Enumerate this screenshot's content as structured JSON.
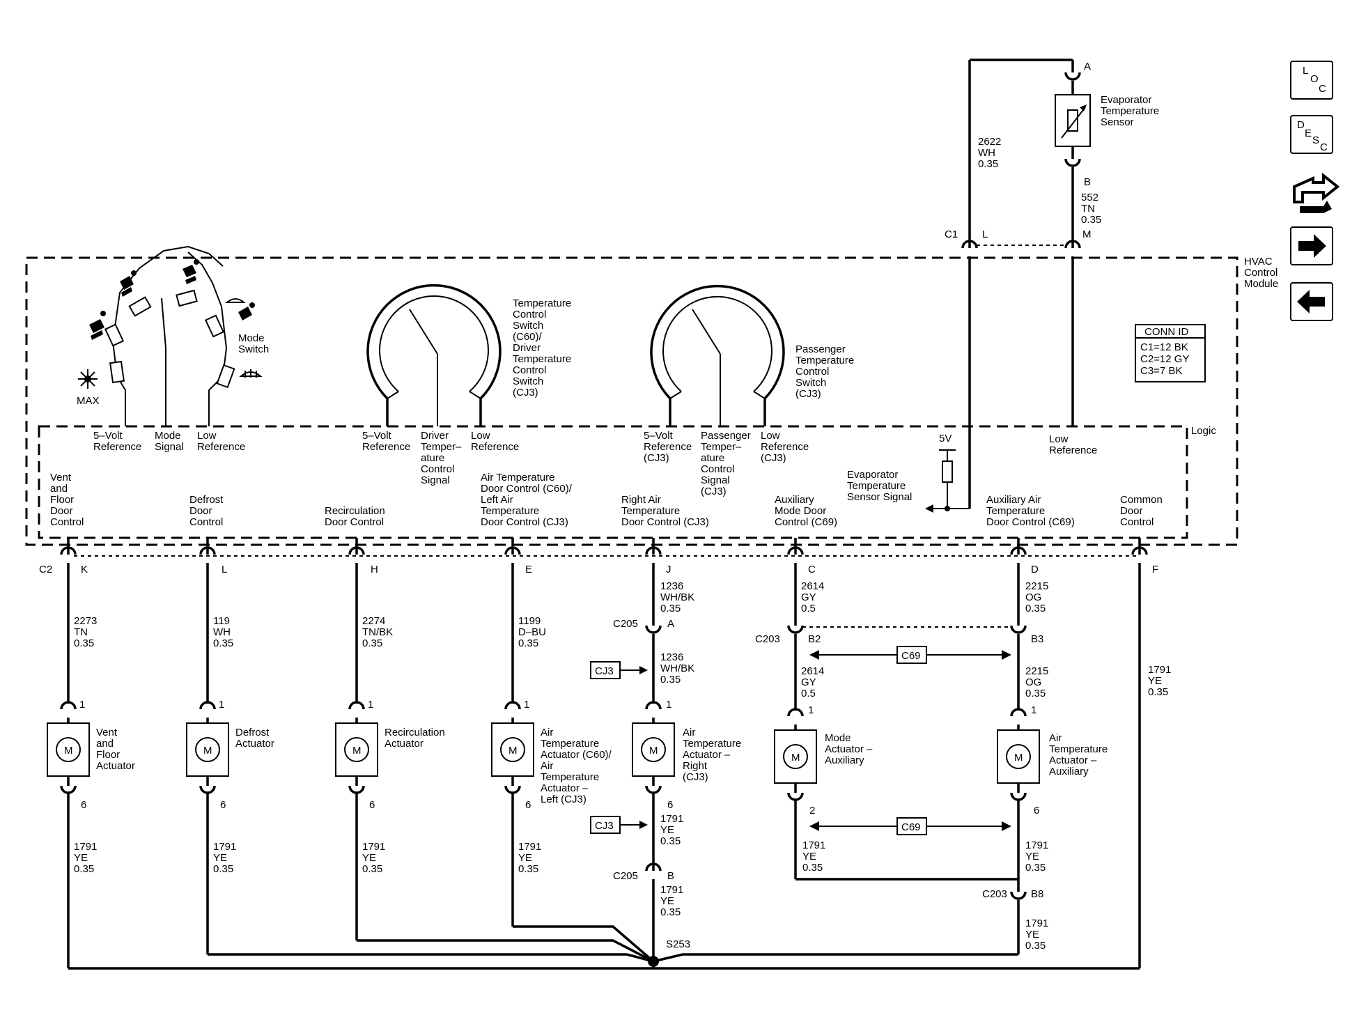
{
  "module": {
    "name_lines": [
      "HVAC",
      "Control",
      "Module"
    ],
    "logic": "Logic"
  },
  "conn_id": {
    "title": "CONN ID",
    "lines": [
      "C1=12 BK",
      "C2=12 GY",
      "C3=7 BK"
    ]
  },
  "nav": {
    "loc": [
      "L",
      "O",
      "C"
    ],
    "desc": [
      "D",
      "E",
      "S",
      "C"
    ]
  },
  "mode_switch": {
    "label": [
      "Mode",
      "Switch"
    ],
    "max": "MAX",
    "pins": [
      [
        "5–Volt",
        "Reference"
      ],
      [
        "Mode",
        "Signal"
      ],
      [
        "Low",
        "Reference"
      ]
    ]
  },
  "driver_switch": {
    "label": [
      "Temperature",
      "Control",
      "Switch",
      "(C60)/",
      "Driver",
      "Temperature",
      "Control",
      "Switch",
      "(CJ3)"
    ],
    "pins": [
      [
        "5–Volt",
        "Reference"
      ],
      [
        "Driver",
        "Temper–",
        "ature",
        "Control",
        "Signal"
      ],
      [
        "Low",
        "Reference"
      ]
    ]
  },
  "pass_switch": {
    "label": [
      "Passenger",
      "Temperature",
      "Control",
      "Switch",
      "(CJ3)"
    ],
    "pins": [
      [
        "5–Volt",
        "Reference",
        "(CJ3)"
      ],
      [
        "Passenger",
        "Temper–",
        "ature",
        "Control",
        "Signal",
        "(CJ3)"
      ],
      [
        "Low",
        "Reference",
        "(CJ3)"
      ]
    ]
  },
  "evap": {
    "sensor": [
      "Evaporator",
      "Temperature",
      "Sensor"
    ],
    "signal": [
      "Evaporator",
      "Temperature",
      "Sensor Signal"
    ],
    "volt": "5V",
    "pin_a": "A",
    "pin_b": "B",
    "low_ref": [
      "Low",
      "Reference"
    ],
    "wire_top": [
      "2622",
      "WH",
      "0.35"
    ],
    "wire_m": [
      "552",
      "TN",
      "0.35"
    ],
    "c1": "C1",
    "c1_l": "L",
    "c1_m": "M"
  },
  "c2": {
    "label": "C2"
  },
  "circuits": [
    {
      "pin": "K",
      "wire": [
        "2273",
        "TN",
        "0.35"
      ],
      "desc": [
        "Vent",
        "and",
        "Floor",
        "Door",
        "Control"
      ],
      "actuator": [
        "Vent",
        "and",
        "Floor",
        "Actuator"
      ]
    },
    {
      "pin": "L",
      "wire": [
        "119",
        "WH",
        "0.35"
      ],
      "desc": [
        "Defrost",
        "Door",
        "Control"
      ],
      "actuator": [
        "Defrost",
        "Actuator"
      ]
    },
    {
      "pin": "H",
      "wire": [
        "2274",
        "TN/BK",
        "0.35"
      ],
      "desc": [
        "Recirculation",
        "Door Control"
      ],
      "actuator": [
        "Recirculation",
        "Actuator"
      ]
    },
    {
      "pin": "E",
      "wire": [
        "1199",
        "D–BU",
        "0.35"
      ],
      "desc": [
        "Air Temperature",
        "Door Control (C60)/",
        "Left Air",
        "Temperature",
        "Door Control (CJ3)"
      ],
      "actuator": [
        "Air",
        "Temperature",
        "Actuator (C60)/",
        "Air",
        "Temperature",
        "Actuator –",
        "Left (CJ3)"
      ]
    },
    {
      "pin": "J",
      "wire": [
        "1236",
        "WH/BK",
        "0.35"
      ],
      "desc": [
        "Right Air",
        "Temperature",
        "Door Control (CJ3)"
      ],
      "actuator": [
        "Air",
        "Temperature",
        "Actuator –",
        "Right",
        "(CJ3)"
      ]
    },
    {
      "pin": "C",
      "wire": [
        "2614",
        "GY",
        "0.5"
      ],
      "desc": [
        "Auxiliary",
        "Mode Door",
        "Control (C69)"
      ],
      "actuator": [
        "Mode",
        "Actuator –",
        "Auxiliary"
      ]
    },
    {
      "pin": "D",
      "wire": [
        "2215",
        "OG",
        "0.35"
      ],
      "desc": [
        "Auxiliary Air",
        "Temperature",
        "Door Control (C69)"
      ],
      "actuator": [
        "Air",
        "Temperature",
        "Actuator –",
        "Auxiliary"
      ]
    },
    {
      "pin": "F",
      "wire": [
        "1791",
        "YE",
        "0.35"
      ],
      "desc": [
        "Common",
        "Door",
        "Control"
      ]
    }
  ],
  "motor": "M",
  "pin1": "1",
  "pin6": "6",
  "pin2": "2",
  "ground_wire": [
    "1791",
    "YE",
    "0.35"
  ],
  "c205": {
    "label": "C205",
    "a": "A",
    "b": "B"
  },
  "c203": {
    "label": "C203",
    "b2": "B2",
    "b3": "B3",
    "b8": "B8"
  },
  "cj3": "CJ3",
  "c69": "C69",
  "splice": "S253",
  "wire_j2": [
    "1236",
    "WH/BK",
    "0.35"
  ],
  "wire_c2": [
    "2614",
    "GY",
    "0.5"
  ],
  "wire_d2": [
    "2215",
    "OG",
    "0.35"
  ]
}
